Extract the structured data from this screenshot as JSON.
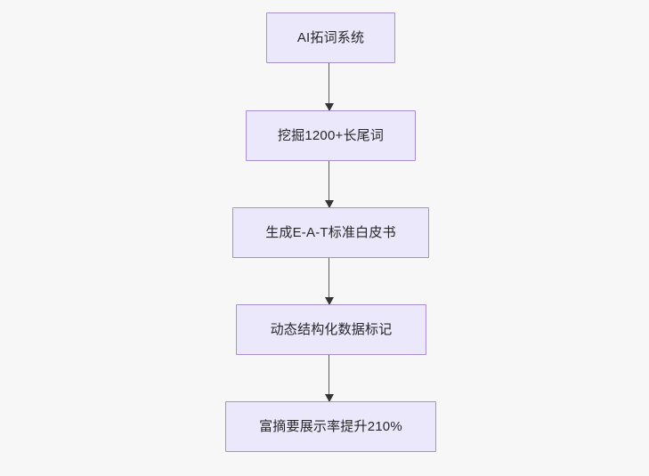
{
  "diagram": {
    "type": "flowchart",
    "orientation": "top-to-bottom",
    "background_color": "#f7f7f8",
    "node_fill_color": "#ebe8fb",
    "node_border_color": "#a98fd6",
    "connector_color": "#5c5c62",
    "arrow_color": "#333338",
    "text_color": "#272629",
    "nodes": [
      {
        "id": "n0",
        "label": "AI拓词系统"
      },
      {
        "id": "n1",
        "label": "挖掘1200+长尾词"
      },
      {
        "id": "n2",
        "label": "生成E-A-T标准白皮书"
      },
      {
        "id": "n3",
        "label": "动态结构化数据标记"
      },
      {
        "id": "n4",
        "label": "富摘要展示率提升210%"
      }
    ],
    "edges": [
      {
        "from": "n0",
        "to": "n1",
        "label": ""
      },
      {
        "from": "n1",
        "to": "n2",
        "label": ""
      },
      {
        "from": "n2",
        "to": "n3",
        "label": ""
      },
      {
        "from": "n3",
        "to": "n4",
        "label": ""
      }
    ]
  }
}
